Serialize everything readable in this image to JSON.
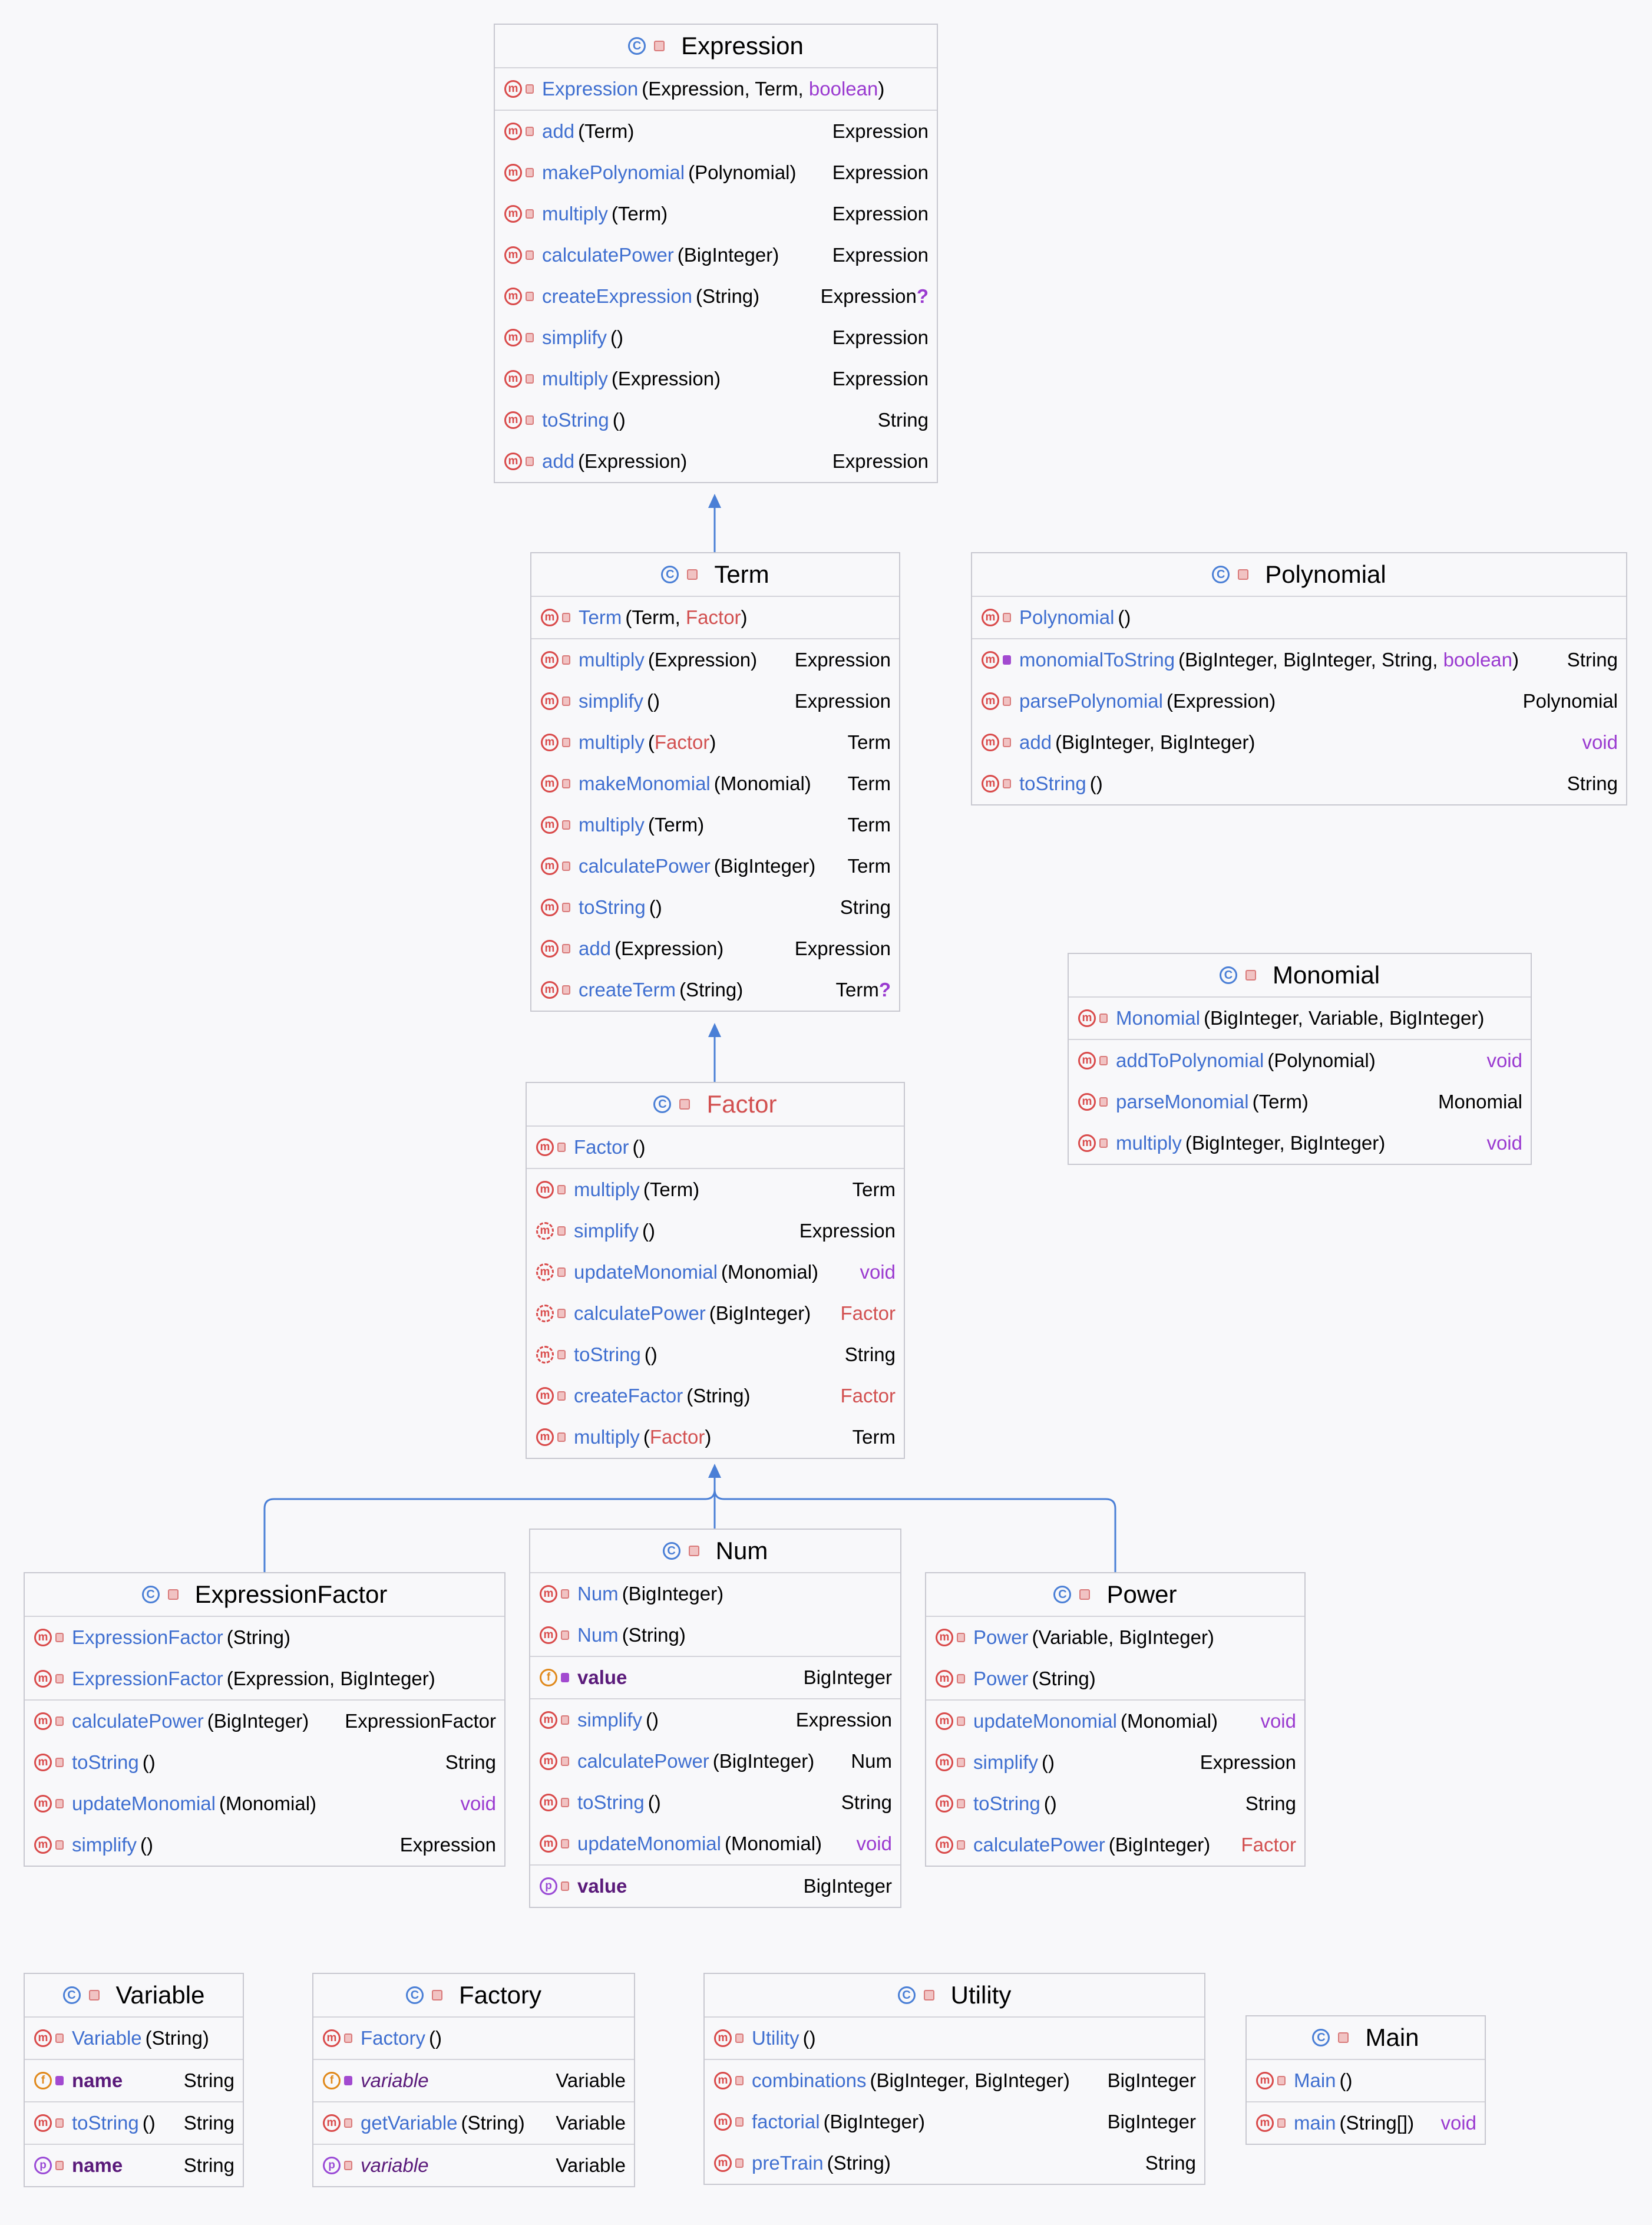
{
  "classes": {
    "expression": {
      "title": "Expression",
      "constructors": [
        {
          "name": "Expression",
          "args_pre": "(Expression, Term, ",
          "args_kw": "boolean",
          "args_post": ")"
        }
      ],
      "methods": [
        {
          "name": "add",
          "args": "(Term)",
          "ret": "Expression"
        },
        {
          "name": "makePolynomial",
          "args": "(Polynomial)",
          "ret": "Expression"
        },
        {
          "name": "multiply",
          "args": "(Term)",
          "ret": "Expression"
        },
        {
          "name": "calculatePower",
          "args": "(BigInteger)",
          "ret": "Expression"
        },
        {
          "name": "createExpression",
          "args": "(String)",
          "ret": "Expression",
          "ret_q": "?"
        },
        {
          "name": "simplify",
          "args": "()",
          "ret": "Expression"
        },
        {
          "name": "multiply",
          "args": "(Expression)",
          "ret": "Expression"
        },
        {
          "name": "toString",
          "args": "()",
          "ret": "String"
        },
        {
          "name": "add",
          "args": "(Expression)",
          "ret": "Expression"
        }
      ]
    },
    "term": {
      "title": "Term",
      "constructors": [
        {
          "name": "Term",
          "args_pre": "(Term, ",
          "args_ty": "Factor",
          "args_post": ")"
        }
      ],
      "methods": [
        {
          "name": "multiply",
          "args": "(Expression)",
          "ret": "Expression"
        },
        {
          "name": "simplify",
          "args": "()",
          "ret": "Expression"
        },
        {
          "name": "multiply",
          "args_pre": "(",
          "args_ty": "Factor",
          "args_post": ")",
          "ret": "Term"
        },
        {
          "name": "makeMonomial",
          "args": "(Monomial)",
          "ret": "Term"
        },
        {
          "name": "multiply",
          "args": "(Term)",
          "ret": "Term"
        },
        {
          "name": "calculatePower",
          "args": "(BigInteger)",
          "ret": "Term"
        },
        {
          "name": "toString",
          "args": "()",
          "ret": "String"
        },
        {
          "name": "add",
          "args": "(Expression)",
          "ret": "Expression"
        },
        {
          "name": "createTerm",
          "args": "(String)",
          "ret": "Term",
          "ret_q": "?"
        }
      ]
    },
    "polynomial": {
      "title": "Polynomial",
      "constructors": [
        {
          "name": "Polynomial",
          "args": "()"
        }
      ],
      "methods": [
        {
          "name": "monomialToString",
          "args_pre": "(BigInteger, BigInteger, String, ",
          "args_kw": "boolean",
          "args_post": ")",
          "ret": "String",
          "private": true
        },
        {
          "name": "parsePolynomial",
          "args": "(Expression)",
          "ret": "Polynomial"
        },
        {
          "name": "add",
          "args": "(BigInteger, BigInteger)",
          "ret_kw": "void"
        },
        {
          "name": "toString",
          "args": "()",
          "ret": "String"
        }
      ]
    },
    "monomial": {
      "title": "Monomial",
      "constructors": [
        {
          "name": "Monomial",
          "args": "(BigInteger, Variable, BigInteger)"
        }
      ],
      "methods": [
        {
          "name": "addToPolynomial",
          "args": "(Polynomial)",
          "ret_kw": "void"
        },
        {
          "name": "parseMonomial",
          "args": "(Term)",
          "ret": "Monomial"
        },
        {
          "name": "multiply",
          "args": "(BigInteger, BigInteger)",
          "ret_kw": "void"
        }
      ]
    },
    "factor": {
      "title": "Factor",
      "constructors": [
        {
          "name": "Factor",
          "args": "()"
        }
      ],
      "methods": [
        {
          "name": "multiply",
          "args": "(Term)",
          "ret": "Term"
        },
        {
          "name": "simplify",
          "args": "()",
          "ret": "Expression",
          "abstract": true
        },
        {
          "name": "updateMonomial",
          "args": "(Monomial)",
          "ret_kw": "void",
          "abstract": true
        },
        {
          "name": "calculatePower",
          "args": "(BigInteger)",
          "ret_ty": "Factor",
          "abstract": true
        },
        {
          "name": "toString",
          "args": "()",
          "ret": "String",
          "abstract": true
        },
        {
          "name": "createFactor",
          "args": "(String)",
          "ret_ty": "Factor"
        },
        {
          "name": "multiply",
          "args_pre": "(",
          "args_ty": "Factor",
          "args_post": ")",
          "ret": "Term"
        }
      ]
    },
    "expressionfactor": {
      "title": "ExpressionFactor",
      "constructors": [
        {
          "name": "ExpressionFactor",
          "args": "(String)"
        },
        {
          "name": "ExpressionFactor",
          "args": "(Expression, BigInteger)"
        }
      ],
      "methods": [
        {
          "name": "calculatePower",
          "args": "(BigInteger)",
          "ret": "ExpressionFactor"
        },
        {
          "name": "toString",
          "args": "()",
          "ret": "String"
        },
        {
          "name": "updateMonomial",
          "args": "(Monomial)",
          "ret_kw": "void"
        },
        {
          "name": "simplify",
          "args": "()",
          "ret": "Expression"
        }
      ]
    },
    "num": {
      "title": "Num",
      "constructors": [
        {
          "name": "Num",
          "args": "(BigInteger)"
        },
        {
          "name": "Num",
          "args": "(String)"
        }
      ],
      "fields": [
        {
          "name": "value",
          "ret": "BigInteger"
        }
      ],
      "methods": [
        {
          "name": "simplify",
          "args": "()",
          "ret": "Expression"
        },
        {
          "name": "calculatePower",
          "args": "(BigInteger)",
          "ret": "Num"
        },
        {
          "name": "toString",
          "args": "()",
          "ret": "String"
        },
        {
          "name": "updateMonomial",
          "args": "(Monomial)",
          "ret_kw": "void"
        }
      ],
      "properties": [
        {
          "name": "value",
          "ret": "BigInteger"
        }
      ]
    },
    "power": {
      "title": "Power",
      "constructors": [
        {
          "name": "Power",
          "args": "(Variable, BigInteger)"
        },
        {
          "name": "Power",
          "args": "(String)"
        }
      ],
      "methods": [
        {
          "name": "updateMonomial",
          "args": "(Monomial)",
          "ret_kw": "void"
        },
        {
          "name": "simplify",
          "args": "()",
          "ret": "Expression"
        },
        {
          "name": "toString",
          "args": "()",
          "ret": "String"
        },
        {
          "name": "calculatePower",
          "args": "(BigInteger)",
          "ret_ty": "Factor"
        }
      ]
    },
    "variable": {
      "title": "Variable",
      "constructors": [
        {
          "name": "Variable",
          "args": "(String)"
        }
      ],
      "fields": [
        {
          "name": "name",
          "ret": "String"
        }
      ],
      "methods": [
        {
          "name": "toString",
          "args": "()",
          "ret": "String"
        }
      ],
      "properties": [
        {
          "name": "name",
          "ret": "String"
        }
      ]
    },
    "factory": {
      "title": "Factory",
      "constructors": [
        {
          "name": "Factory",
          "args": "()"
        }
      ],
      "fields": [
        {
          "name": "variable",
          "ret": "Variable",
          "italic": true
        }
      ],
      "methods": [
        {
          "name": "getVariable",
          "args": "(String)",
          "ret": "Variable"
        }
      ],
      "properties": [
        {
          "name": "variable",
          "ret": "Variable",
          "italic": true
        }
      ]
    },
    "utility": {
      "title": "Utility",
      "constructors": [
        {
          "name": "Utility",
          "args": "()"
        }
      ],
      "methods": [
        {
          "name": "combinations",
          "args": "(BigInteger, BigInteger)",
          "ret": "BigInteger"
        },
        {
          "name": "factorial",
          "args": "(BigInteger)",
          "ret": "BigInteger"
        },
        {
          "name": "preTrain",
          "args": "(String)",
          "ret": "String"
        }
      ]
    },
    "main": {
      "title": "Main",
      "constructors": [
        {
          "name": "Main",
          "args": "()"
        }
      ],
      "methods": [
        {
          "name": "main",
          "args": "(String[])",
          "ret_kw": "void"
        }
      ]
    }
  },
  "icons": {
    "class": "C",
    "method": "m",
    "field": "f",
    "property": "p"
  },
  "colors": {
    "background": "#f8f8fa",
    "border": "#c8c8d0",
    "method_name": "#3f6fd0",
    "keyword": "#9a3ad0",
    "abstract_type": "#d25050",
    "edge": "#4a7fd6"
  }
}
